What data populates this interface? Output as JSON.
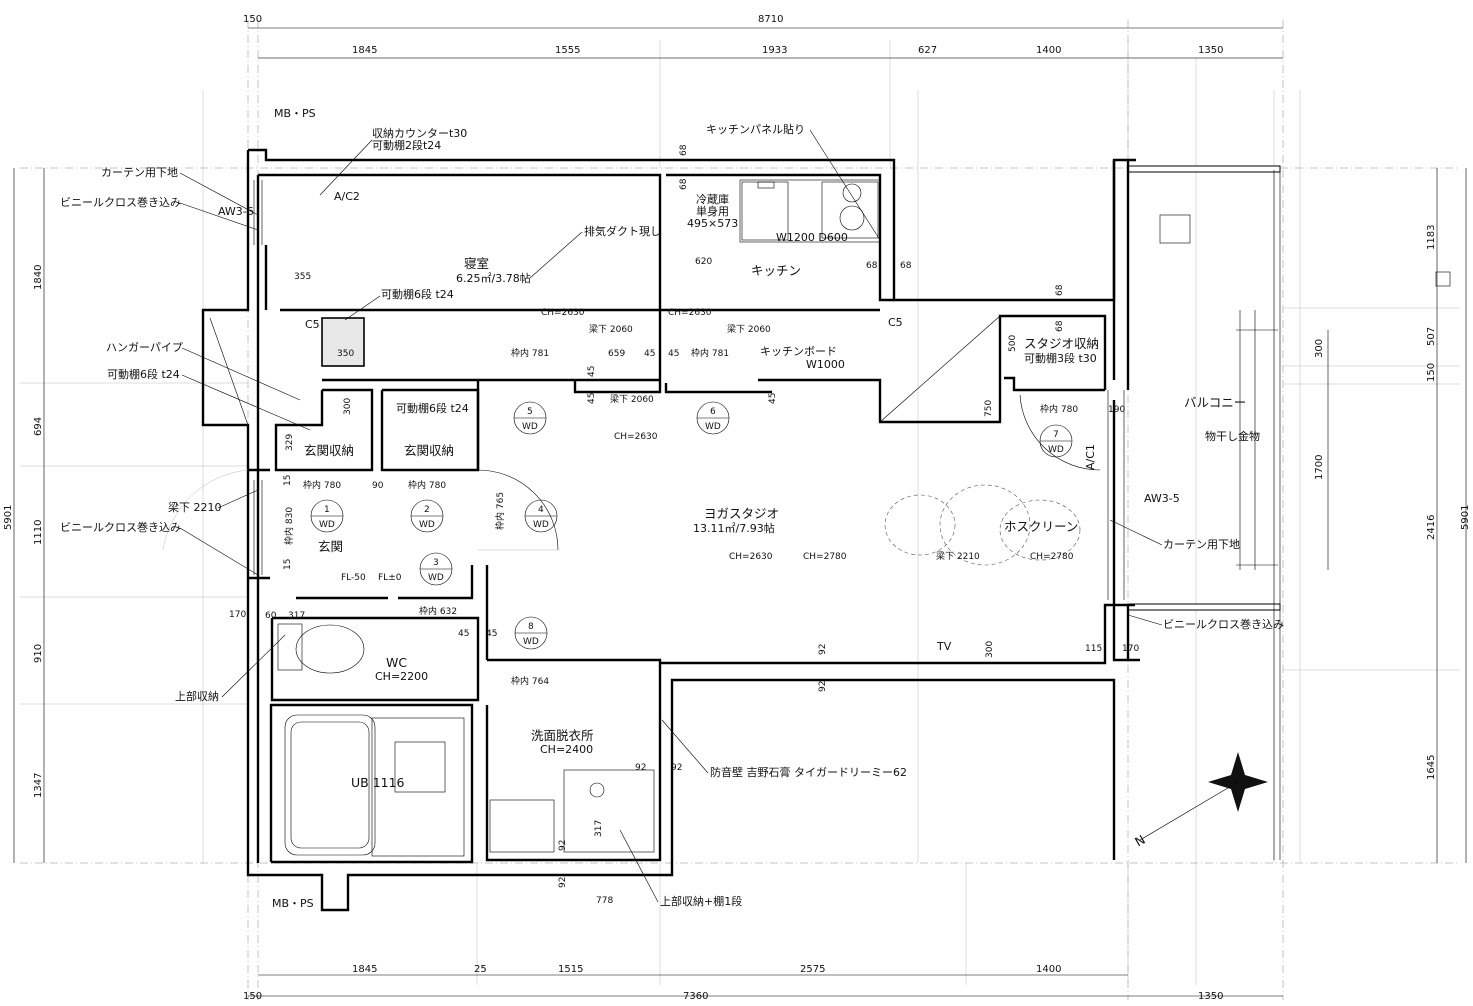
{
  "dims_top_overall": [
    "150",
    "8710"
  ],
  "dims_top_row": [
    "1845",
    "1555",
    "1933",
    "627",
    "1400",
    "1350"
  ],
  "dims_bottom_row": [
    "1845",
    "25",
    "1515",
    "2575",
    "1400"
  ],
  "dims_bottom_overall": [
    "150",
    "7360",
    "1350"
  ],
  "dims_left_outer": "5901",
  "dims_left": [
    "1840",
    "694",
    "1110",
    "910",
    "1347"
  ],
  "dims_right_outer": "5901",
  "dims_right": [
    "1183",
    "507",
    "150",
    "2416",
    "1645"
  ],
  "dims_right_inner": [
    "300",
    "1700"
  ],
  "rooms": {
    "bedroom": {
      "name": "寝室",
      "area": "6.25㎡/3.78帖"
    },
    "kitchen": {
      "name": "キッチン"
    },
    "studio": {
      "name": "ヨガスタジオ",
      "area": "13.11㎡/7.93帖"
    },
    "entrance": {
      "name": "玄関"
    },
    "wc": {
      "name": "WC",
      "ch": "CH=2200"
    },
    "washroom": {
      "name": "洗面脱衣所",
      "ch": "CH=2400"
    },
    "ub": {
      "name": "UB 1116"
    },
    "balcony": {
      "name": "バルコニー"
    },
    "studio_storage": {
      "name": "スタジオ収納",
      "note": "可動棚3段 t30"
    },
    "entrance_storage1": "玄関収納",
    "entrance_storage2": "玄関収納"
  },
  "labels": {
    "mbps_top": "MB・PS",
    "mbps_bottom": "MB・PS",
    "storage_counter": "収納カウンターt30",
    "shelf_2": "可動棚2段t24",
    "kitchen_panel": "キッチンパネル貼り",
    "curtain_base_l": "カーテン用下地",
    "vinyl_l1": "ビニールクロス巻き込み",
    "aw36": "AW3-6",
    "ac2": "A/C2",
    "fridge": "冷蔵庫",
    "fridge_type": "単身用",
    "fridge_size": "495×573",
    "w1200": "W1200 D600",
    "exhaust_duct": "排気ダクト現し",
    "shelf_6_a": "可動棚6段 t24",
    "shelf_6_b": "可動棚6段 t24",
    "shelf_6_c": "可動棚6段 t24",
    "hanger_pipe": "ハンガーパイプ",
    "kitchen_board": "キッチンボード",
    "w1000": "W1000",
    "c5_a": "C5",
    "c5_b": "C5",
    "beam_2210_l": "梁下 2210",
    "vinyl_l2": "ビニールクロス巻き込み",
    "upper_storage": "上部収納",
    "balcony_hanger": "物干し金物",
    "ac1": "A/C1",
    "aw35": "AW3-5",
    "hoscreen": "ホスクリーン",
    "curtain_base_r": "カーテン用下地",
    "vinyl_r": "ビニールクロス巻き込み",
    "soundproof": "防音壁 吉野石膏 タイガードリーミー62",
    "upper_storage_shelf": "上部収納+棚1段",
    "tv": "TV",
    "fl_50": "FL-50",
    "fl_0": "FL±0"
  },
  "notes": {
    "ch2630_a": "CH=2630",
    "ch2630_b": "CH=2630",
    "ch2630_c": "CH=2630",
    "ch2630_d": "CH=2630",
    "ch2780_a": "CH=2780",
    "ch2780_b": "CH=2780",
    "beam2060_a": "梁下 2060",
    "beam2060_b": "梁下 2060",
    "beam2060_c": "梁下 2060",
    "beam2210_r": "梁下 2210",
    "frame781_a": "枠内 781",
    "frame781_b": "枠内 781",
    "frame780_a": "枠内 780",
    "frame780_b": "枠内 780",
    "frame780_c": "枠内 780",
    "frame830": "枠内 830",
    "frame765": "枠内 765",
    "frame632": "枠内 632",
    "frame764": "枠内 764"
  },
  "small_dims": {
    "d68_a": "68",
    "d68_b": "68",
    "d68_c": "68",
    "d68_d": "68",
    "d68_e": "68",
    "d68_f": "68",
    "d355": "355",
    "d620": "620",
    "d659": "659",
    "d45_a": "45",
    "d45_b": "45",
    "d45_c": "45",
    "d45_d": "45",
    "d45_e": "45",
    "d45_f": "45",
    "d350": "350",
    "d300_a": "300",
    "d329": "329",
    "d15_a": "15",
    "d15_b": "15",
    "d90": "90",
    "d500": "500",
    "d750": "750",
    "d190": "190",
    "d170_a": "170",
    "d170_b": "170",
    "d60": "60",
    "d317_a": "317",
    "d317_b": "317",
    "d92_a": "92",
    "d92_b": "92",
    "d92_c": "92",
    "d92_d": "92",
    "d92_e": "92",
    "d92_f": "92",
    "d300_b": "300",
    "d115": "115",
    "d778": "778"
  },
  "doors": [
    {
      "num": "1",
      "type": "WD"
    },
    {
      "num": "2",
      "type": "WD"
    },
    {
      "num": "3",
      "type": "WD"
    },
    {
      "num": "4",
      "type": "WD"
    },
    {
      "num": "5",
      "type": "WD"
    },
    {
      "num": "6",
      "type": "WD"
    },
    {
      "num": "7",
      "type": "WD"
    },
    {
      "num": "8",
      "type": "WD"
    }
  ]
}
